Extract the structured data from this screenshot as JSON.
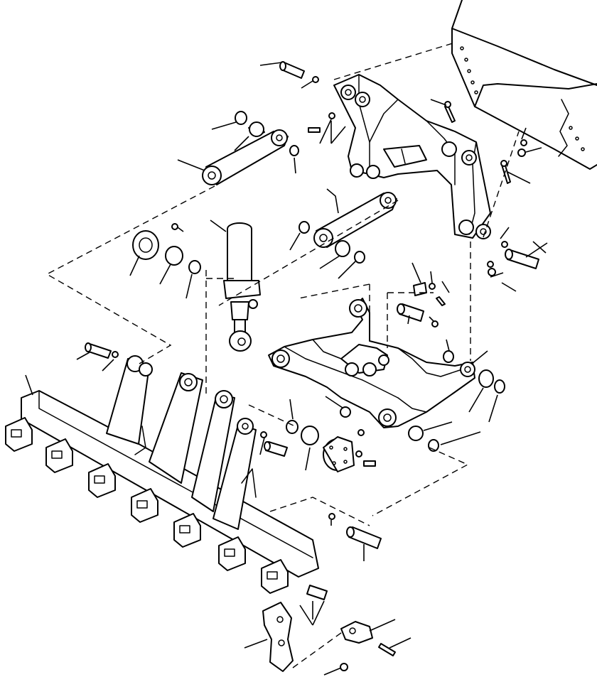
{
  "diagram": {
    "kind": "exploded-parts-view",
    "colors": {
      "line": "#000000",
      "background": "#ffffff"
    },
    "parts": [
      "blade-corner",
      "upper-pivot-bracket",
      "upper-link-left",
      "upper-link-right",
      "lift-cylinder",
      "lower-link-frame",
      "ripper-beam",
      "ripper-shank",
      "tooth-adapter",
      "pins",
      "bushings",
      "washers",
      "grease-fittings",
      "bolts"
    ]
  }
}
